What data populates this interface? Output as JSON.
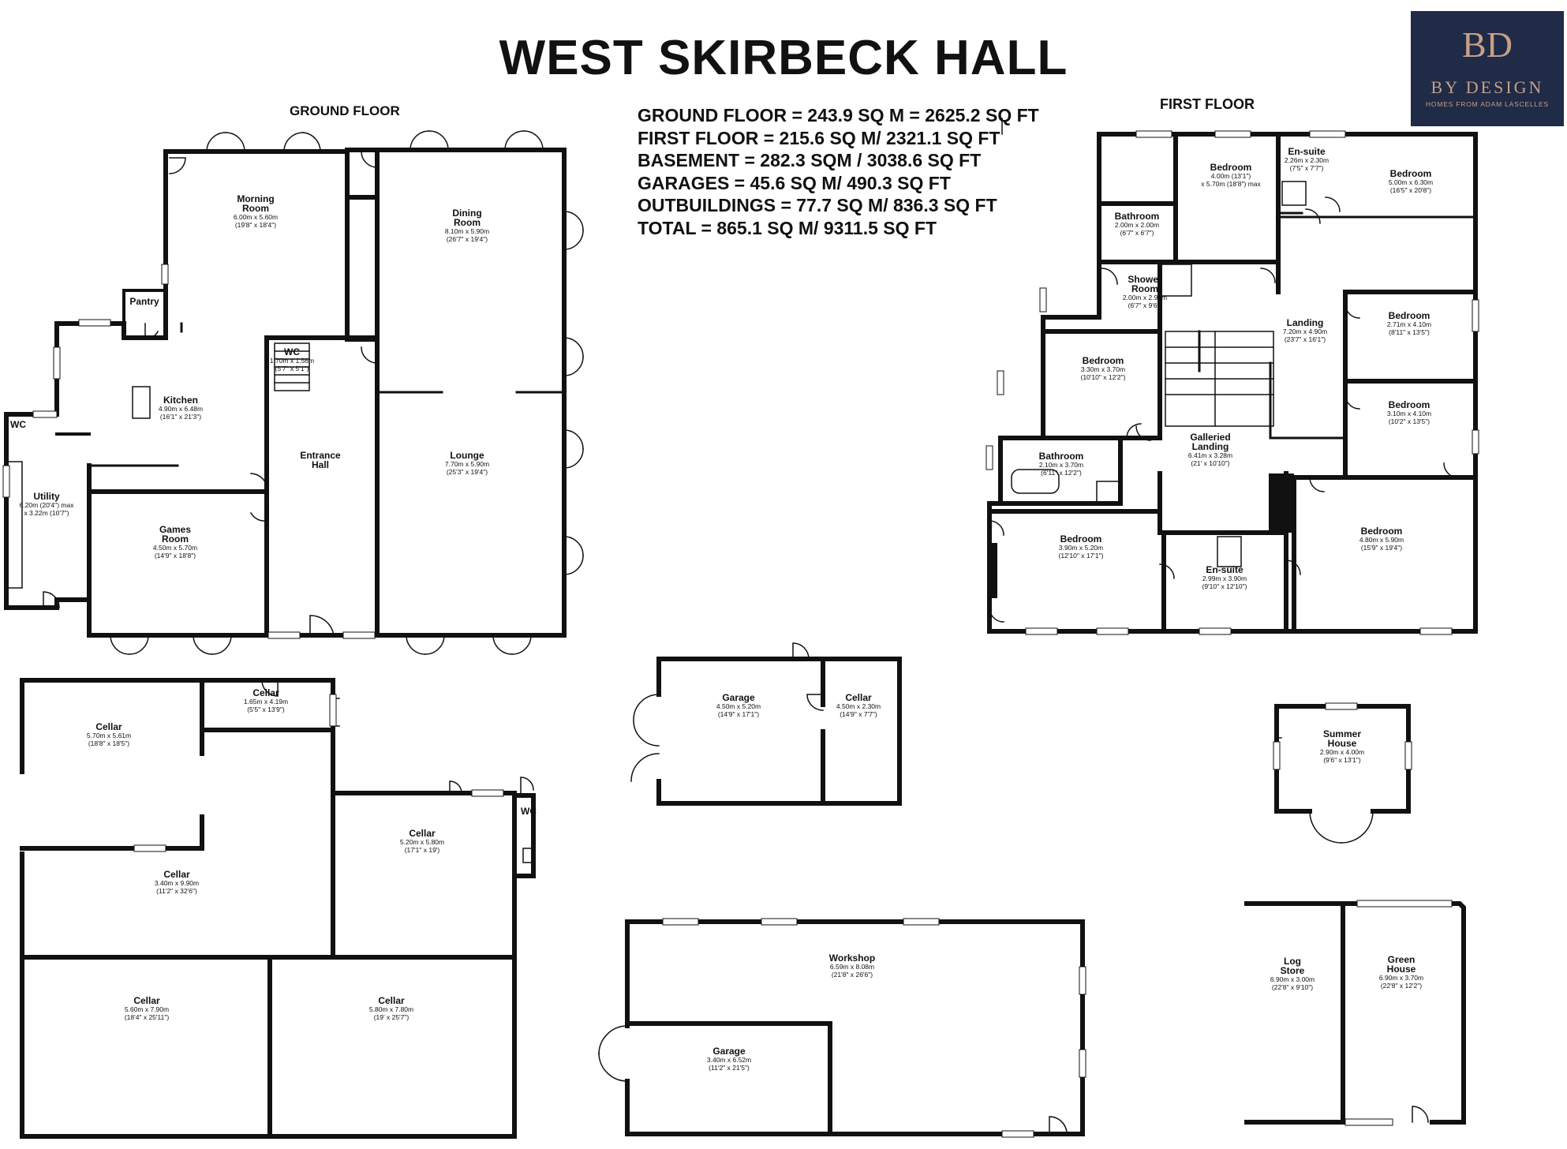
{
  "title": "WEST SKIRBECK HALL",
  "headings": {
    "ground": "GROUND FLOOR",
    "first": "FIRST FLOOR"
  },
  "areas": [
    "GROUND FLOOR = 243.9 SQ M = 2625.2 SQ FT",
    "FIRST FLOOR = 215.6 SQ M/ 2321.1 SQ FT",
    "BASEMENT = 282.3 SQM / 3038.6 SQ FT",
    "GARAGES = 45.6 SQ M/ 490.3 SQ FT",
    "OUTBUILDINGS = 77.7 SQ M/ 836.3 SQ FT",
    "TOTAL = 865.1 SQ M/ 9311.5 SQ FT"
  ],
  "logo": {
    "monogram": "BD",
    "brand": "BY DESIGN",
    "tagline": "HOMES FROM ADAM LASCELLES"
  },
  "colors": {
    "wall": "#111111",
    "logo_bg": "#1f2b47",
    "logo_text": "#c89f86"
  },
  "rooms": {
    "ground": [
      {
        "name": [
          "Morning",
          "Room"
        ],
        "dims": [
          "6.00m x 5.60m",
          "(19'8\" x 18'4\")"
        ]
      },
      {
        "name": [
          "Dining",
          "Room"
        ],
        "dims": [
          "8.10m x 5.90m",
          "(26'7\" x 19'4\")"
        ]
      },
      {
        "name": [
          "Pantry"
        ],
        "dims": []
      },
      {
        "name": [
          "WC"
        ],
        "dims": [
          "1.70m x 1.56m",
          "(5'7\" x 5'1\")"
        ]
      },
      {
        "name": [
          "Kitchen"
        ],
        "dims": [
          "4.90m x 6.48m",
          "(16'1\" x 21'3\")"
        ]
      },
      {
        "name": [
          "WC"
        ],
        "dims": []
      },
      {
        "name": [
          "Entrance",
          "Hall"
        ],
        "dims": []
      },
      {
        "name": [
          "Lounge"
        ],
        "dims": [
          "7.70m x 5.90m",
          "(25'3\" x 19'4\")"
        ]
      },
      {
        "name": [
          "Utility"
        ],
        "dims": [
          "6.20m (20'4\") max",
          "x 3.22m (10'7\")"
        ]
      },
      {
        "name": [
          "Games",
          "Room"
        ],
        "dims": [
          "4.50m x 5.70m",
          "(14'9\" x 18'8\")"
        ]
      }
    ],
    "first": [
      {
        "name": [
          "Bedroom"
        ],
        "dims": [
          "4.00m (13'1\")",
          "x 5.70m (18'8\") max"
        ]
      },
      {
        "name": [
          "En-suite"
        ],
        "dims": [
          "2.26m x 2.30m",
          "(7'5\" x 7'7\")"
        ]
      },
      {
        "name": [
          "Bedroom"
        ],
        "dims": [
          "5.00m x 6.30m",
          "(16'5\" x 20'8\")"
        ]
      },
      {
        "name": [
          "Bathroom"
        ],
        "dims": [
          "2.00m x 2.00m",
          "(6'7\" x 6'7\")"
        ]
      },
      {
        "name": [
          "Shower",
          "Room"
        ],
        "dims": [
          "2.00m x 2.90m",
          "(6'7\" x 9'6\")"
        ]
      },
      {
        "name": [
          "Landing"
        ],
        "dims": [
          "7.20m x 4.90m",
          "(23'7\" x 16'1\")"
        ]
      },
      {
        "name": [
          "Bedroom"
        ],
        "dims": [
          "2.71m x 4.10m",
          "(8'11\" x 13'5\")"
        ]
      },
      {
        "name": [
          "Bedroom"
        ],
        "dims": [
          "3.30m x 3.70m",
          "(10'10\" x 12'2\")"
        ]
      },
      {
        "name": [
          "Bedroom"
        ],
        "dims": [
          "3.10m x 4.10m",
          "(10'2\" x 13'5\")"
        ]
      },
      {
        "name": [
          "Galleried",
          "Landing"
        ],
        "dims": [
          "6.41m x 3.28m",
          "(21' x 10'10\")"
        ]
      },
      {
        "name": [
          "Bathroom"
        ],
        "dims": [
          "2.10m x 3.70m",
          "(6'11\" x 12'2\")"
        ]
      },
      {
        "name": [
          "Bedroom"
        ],
        "dims": [
          "4.80m x 5.90m",
          "(15'9\" x 19'4\")"
        ]
      },
      {
        "name": [
          "Bedroom"
        ],
        "dims": [
          "3.90m x 5.20m",
          "(12'10\" x 17'1\")"
        ]
      },
      {
        "name": [
          "En-suite"
        ],
        "dims": [
          "2.99m x 3.90m",
          "(9'10\" x 12'10\")"
        ]
      }
    ],
    "basement": [
      {
        "name": [
          "Cellar"
        ],
        "dims": [
          "1.65m x 4.19m",
          "(5'5\" x 13'9\")"
        ]
      },
      {
        "name": [
          "Cellar"
        ],
        "dims": [
          "5.70m x 5.61m",
          "(18'8\" x 18'5\")"
        ]
      },
      {
        "name": [
          "Cellar"
        ],
        "dims": [
          "5.20m x 5.80m",
          "(17'1\" x 19')"
        ]
      },
      {
        "name": [
          "WC"
        ],
        "dims": []
      },
      {
        "name": [
          "Cellar"
        ],
        "dims": [
          "3.40m x 9.90m",
          "(11'2\" x 32'6\")"
        ]
      },
      {
        "name": [
          "Cellar"
        ],
        "dims": [
          "5.60m x 7.90m",
          "(18'4\" x 25'11\")"
        ]
      },
      {
        "name": [
          "Cellar"
        ],
        "dims": [
          "5.80m x 7.80m",
          "(19' x 25'7\")"
        ]
      }
    ],
    "outbuildings": [
      {
        "name": [
          "Garage"
        ],
        "dims": [
          "4.50m x 5.20m",
          "(14'9\" x 17'1\")"
        ]
      },
      {
        "name": [
          "Cellar"
        ],
        "dims": [
          "4.50m x 2.30m",
          "(14'9\" x 7'7\")"
        ]
      },
      {
        "name": [
          "Summer",
          "House"
        ],
        "dims": [
          "2.90m x 4.00m",
          "(9'6\" x 13'1\")"
        ]
      },
      {
        "name": [
          "Workshop"
        ],
        "dims": [
          "6.59m x 8.08m",
          "(21'8\" x 26'6\")"
        ]
      },
      {
        "name": [
          "Garage"
        ],
        "dims": [
          "3.40m x 6.52m",
          "(11'2\" x 21'5\")"
        ]
      },
      {
        "name": [
          "Log",
          "Store"
        ],
        "dims": [
          "6.90m x 3.00m",
          "(22'8\" x 9'10\")"
        ]
      },
      {
        "name": [
          "Green",
          "House"
        ],
        "dims": [
          "6.90m x 3.70m",
          "(22'8\" x 12'2\")"
        ]
      }
    ]
  }
}
